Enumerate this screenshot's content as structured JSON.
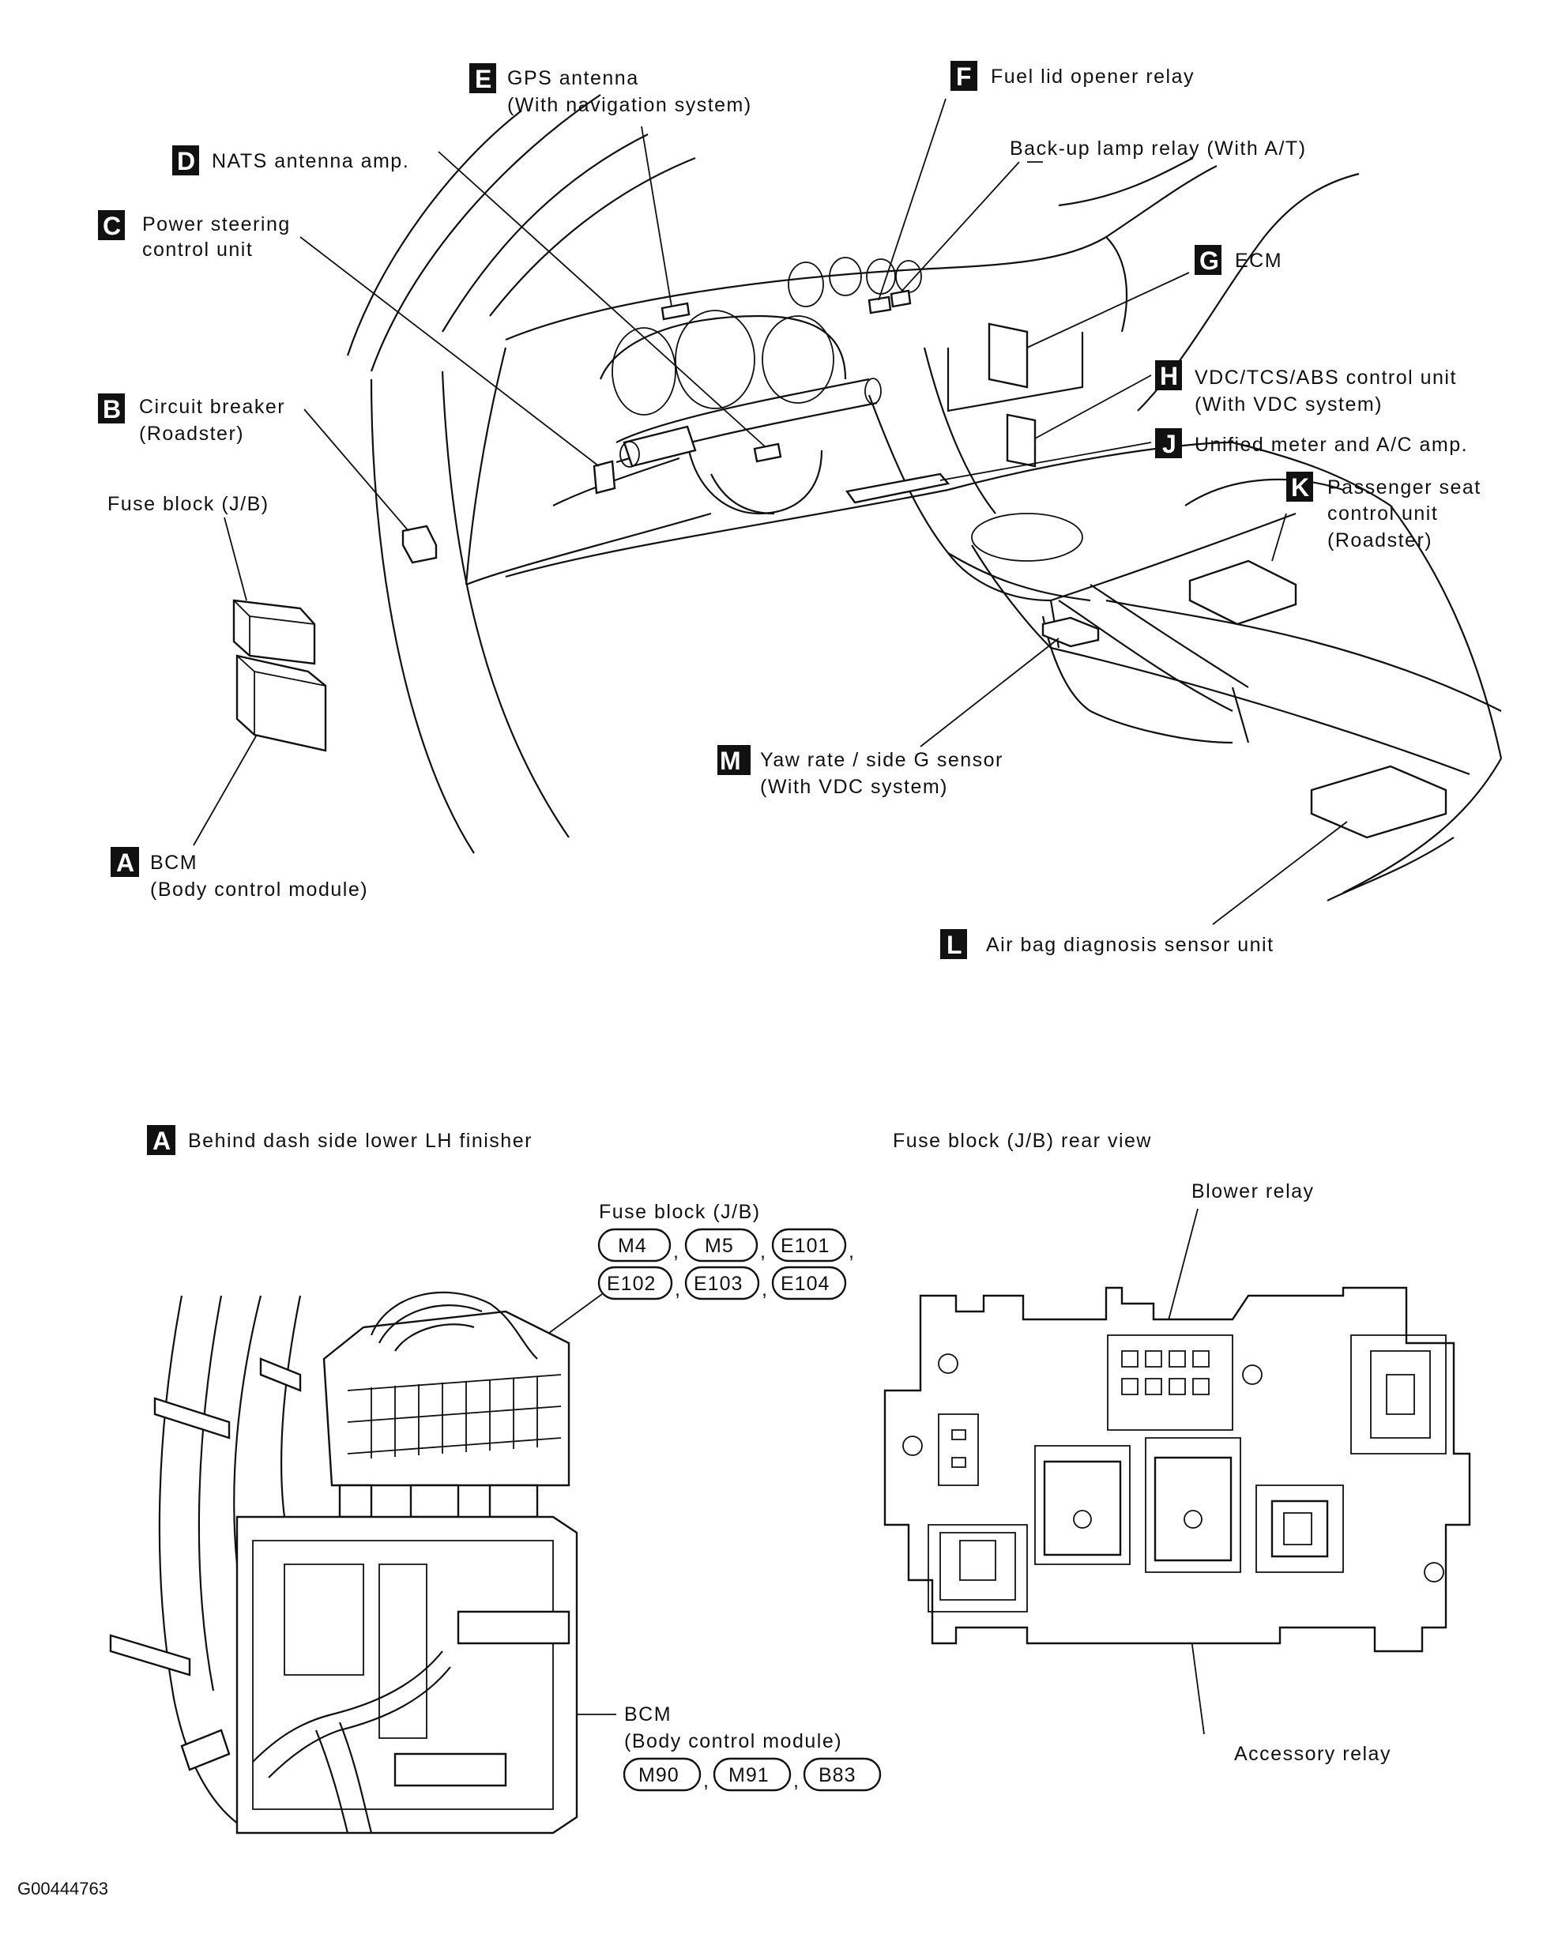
{
  "top_labels": {
    "E": {
      "letter": "E",
      "line1": "GPS antenna",
      "line2": "(With navigation system)"
    },
    "F": {
      "letter": "F",
      "line1": "Fuel lid opener relay"
    },
    "backup": {
      "line1": "Back-up lamp relay (With A/T)"
    },
    "D": {
      "letter": "D",
      "line1": "NATS antenna amp."
    },
    "C": {
      "letter": "C",
      "line1": "Power steering",
      "line2": "control unit"
    },
    "G": {
      "letter": "G",
      "line1": "ECM"
    },
    "B": {
      "letter": "B",
      "line1": "Circuit breaker",
      "line2": "(Roadster)"
    },
    "H": {
      "letter": "H",
      "line1": "VDC/TCS/ABS control unit",
      "line2": "(With VDC system)"
    },
    "J": {
      "letter": "J",
      "line1": "Unified meter and A/C amp."
    },
    "K": {
      "letter": "K",
      "line1": "Passenger seat",
      "line2": "control unit",
      "line3": "(Roadster)"
    },
    "fuse": {
      "line1": "Fuse block (J/B)"
    },
    "M": {
      "letter": "M",
      "line1": "Yaw rate / side G sensor",
      "line2": "(With VDC system)"
    },
    "A": {
      "letter": "A",
      "line1": "BCM",
      "line2": "(Body control module)"
    },
    "L": {
      "letter": "L",
      "line1": "Air bag diagnosis sensor unit"
    }
  },
  "detail_left": {
    "letter": "A",
    "title": "Behind dash side lower LH finisher",
    "fuse_label": "Fuse block (J/B)",
    "fuse_connectors_row1": [
      "M4",
      "M5",
      "E101"
    ],
    "fuse_connectors_row2": [
      "E102",
      "E103",
      "E104"
    ],
    "bcm_line1": "BCM",
    "bcm_line2": "(Body control module)",
    "bcm_connectors": [
      "M90",
      "M91",
      "B83"
    ],
    "sep": ","
  },
  "detail_right": {
    "title": "Fuse block (J/B) rear view",
    "blower": "Blower relay",
    "accessory": "Accessory relay"
  },
  "figure_code": "G00444763"
}
